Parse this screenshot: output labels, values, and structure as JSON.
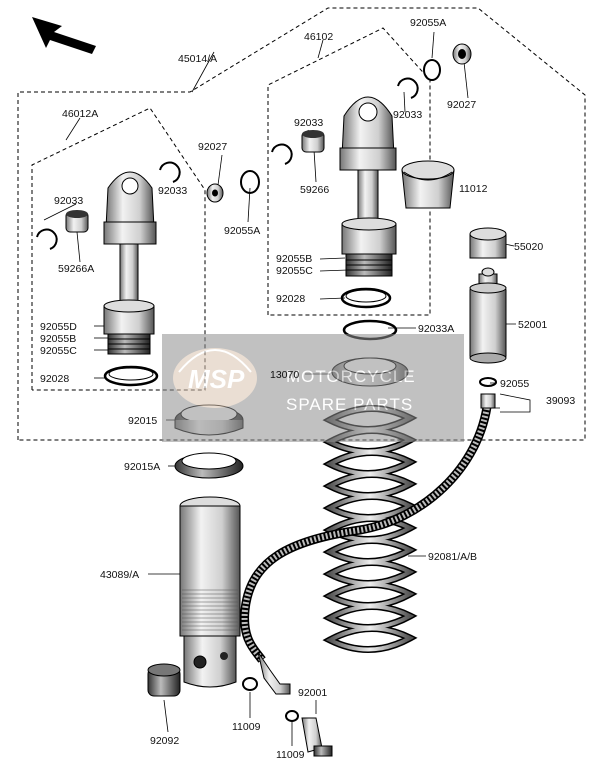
{
  "diagram": {
    "assembly_labels": {
      "main": "45014/A",
      "left_unit": "46012A",
      "right_unit": "46102"
    },
    "part_labels": [
      {
        "id": "p-92055a-top",
        "text": "92055A"
      },
      {
        "id": "p-92027-right",
        "text": "92027"
      },
      {
        "id": "p-92033-right",
        "text": "92033"
      },
      {
        "id": "p-92033-mid",
        "text": "92033"
      },
      {
        "id": "p-59266",
        "text": "59266"
      },
      {
        "id": "p-11012",
        "text": "11012"
      },
      {
        "id": "p-92027-left",
        "text": "92027"
      },
      {
        "id": "p-92055a-left",
        "text": "92055A"
      },
      {
        "id": "p-92033-left",
        "text": "92033"
      },
      {
        "id": "p-92033-left2",
        "text": "92033"
      },
      {
        "id": "p-59266a",
        "text": "59266A"
      },
      {
        "id": "p-92055b-r",
        "text": "92055B"
      },
      {
        "id": "p-92055c-r",
        "text": "92055C"
      },
      {
        "id": "p-92028-r",
        "text": "92028"
      },
      {
        "id": "p-55020",
        "text": "55020"
      },
      {
        "id": "p-92033a",
        "text": "92033A"
      },
      {
        "id": "p-52001",
        "text": "52001"
      },
      {
        "id": "p-92055d",
        "text": "92055D"
      },
      {
        "id": "p-92055b-l",
        "text": "92055B"
      },
      {
        "id": "p-92055c-l",
        "text": "92055C"
      },
      {
        "id": "p-92028-l",
        "text": "92028"
      },
      {
        "id": "p-13070",
        "text": "13070"
      },
      {
        "id": "p-92055",
        "text": "92055"
      },
      {
        "id": "p-39093",
        "text": "39093"
      },
      {
        "id": "p-92015",
        "text": "92015"
      },
      {
        "id": "p-92015a",
        "text": "92015A"
      },
      {
        "id": "p-92081",
        "text": "92081/A/B"
      },
      {
        "id": "p-43089",
        "text": "43089/A"
      },
      {
        "id": "p-92001",
        "text": "92001"
      },
      {
        "id": "p-92092",
        "text": "92092"
      },
      {
        "id": "p-11009-a",
        "text": "11009"
      },
      {
        "id": "p-11009-b",
        "text": "11009"
      }
    ]
  },
  "watermark": {
    "logo": "MSP",
    "line1": "MOTORCYCLE",
    "line2": "SPARE PARTS"
  }
}
